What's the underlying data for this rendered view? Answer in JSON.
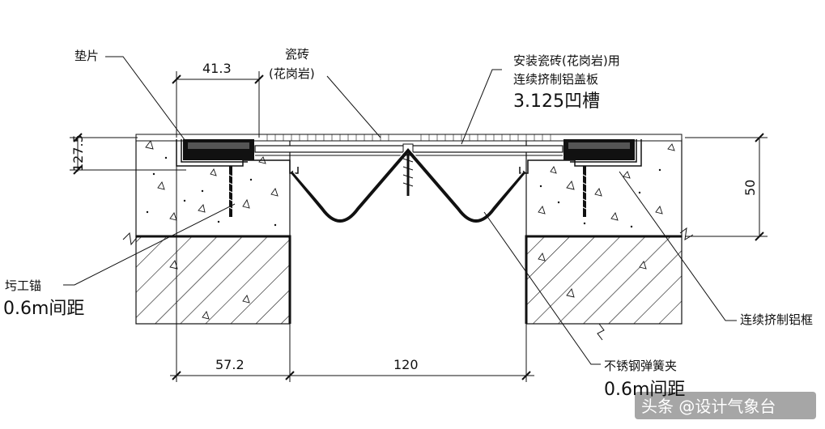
{
  "labels": {
    "pad": "垫片",
    "tile_line1": "瓷砖",
    "tile_line2": "(花岗岩)",
    "cover_line1": "安装瓷砖(花岗岩)用",
    "cover_line2": "连续挤制铝盖板",
    "cover_line3": "3.125凹槽",
    "anchor_line1": "圬工锚",
    "anchor_line2": "0.6m间距",
    "frame": "连续挤制铝框",
    "clip_line1": "不锈钢弹簧夹",
    "clip_line2": "0.6m间距"
  },
  "dimensions": {
    "top_width": "41.3",
    "left_height": "127.5",
    "right_height": "50",
    "bottom_left": "57.2",
    "bottom_mid": "120"
  },
  "watermark": "头条 @设计气象台"
}
